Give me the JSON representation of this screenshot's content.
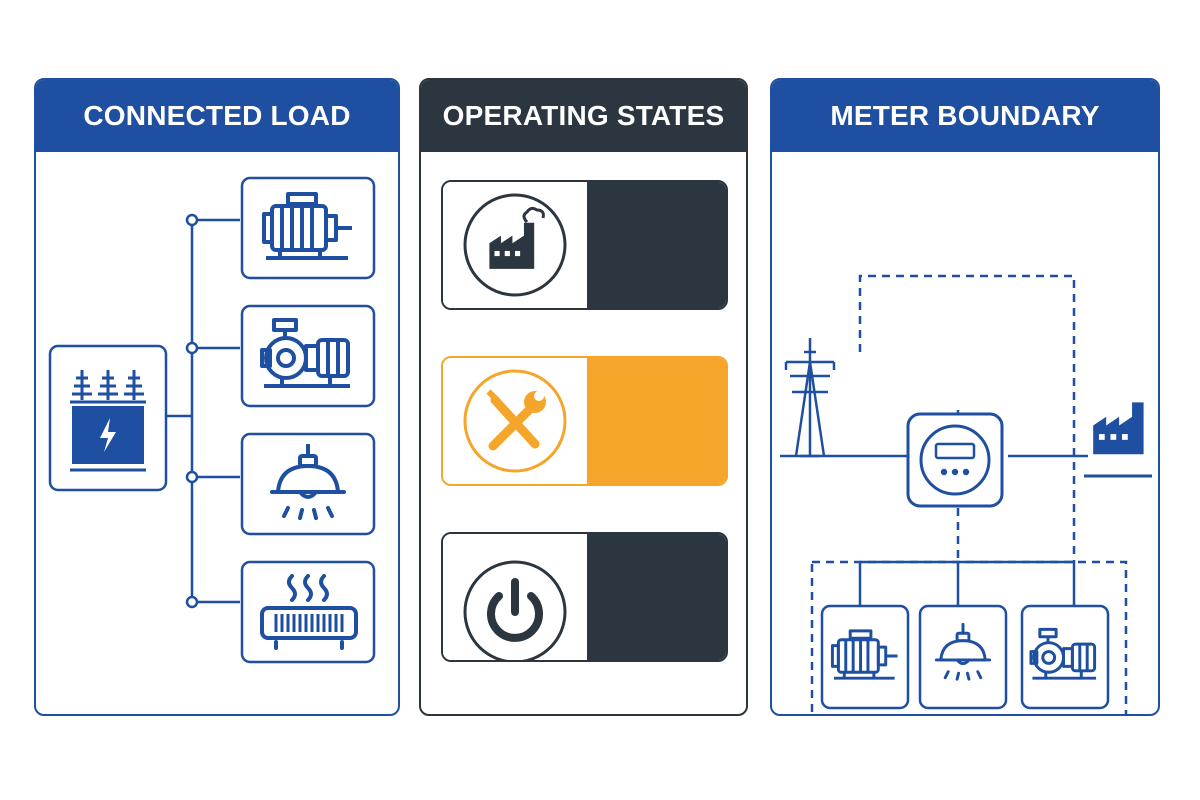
{
  "panels": {
    "connected_load": {
      "title": "CONNECTED LOAD",
      "source_icon": "transformer-icon",
      "loads": [
        "motor-icon",
        "pump-icon",
        "pendant-lamp-icon",
        "heater-icon"
      ]
    },
    "operating_states": {
      "title": "OPERATING STATES",
      "states": [
        {
          "icon": "factory-icon",
          "color": "#2b3640"
        },
        {
          "icon": "wrench-screwdriver-icon",
          "color": "#f5a62a"
        },
        {
          "icon": "power-icon",
          "color": "#2b3640"
        }
      ]
    },
    "meter_boundary": {
      "title": "METER BOUNDARY",
      "icons": [
        "power-pylon-icon",
        "electric-meter-icon",
        "factory-icon",
        "motor-icon",
        "pendant-lamp-icon",
        "pump-icon"
      ]
    }
  },
  "colors": {
    "blue": "#1e4fa0",
    "dark": "#2b3640",
    "amber": "#f5a62a"
  }
}
